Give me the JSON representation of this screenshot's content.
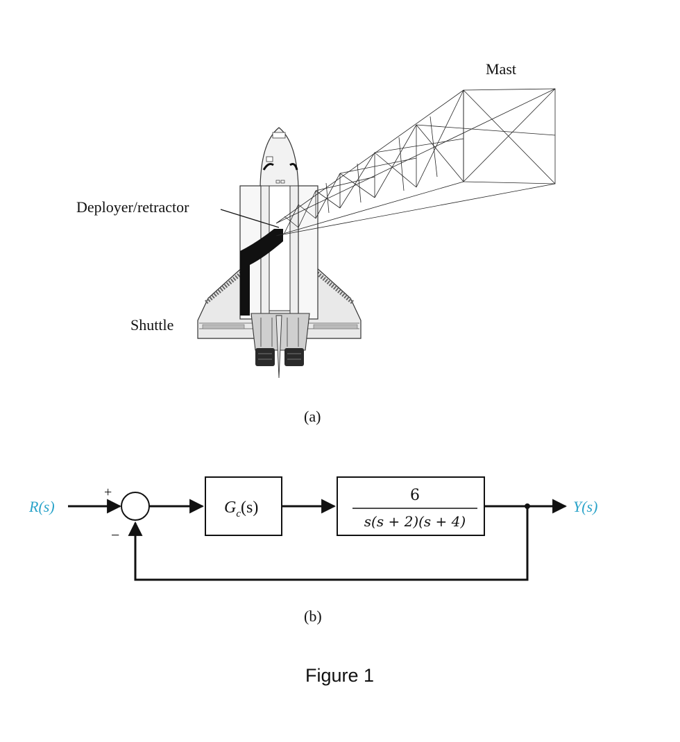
{
  "part_a": {
    "labels": {
      "mast": "Mast",
      "deployer": "Deployer/retractor",
      "shuttle": "Shuttle"
    },
    "caption": "(a)"
  },
  "part_b": {
    "input_signal": "R(s)",
    "output_signal": "Y(s)",
    "sum_plus": "+",
    "sum_minus": "−",
    "controller_block": {
      "name": "G",
      "subscript": "c",
      "arg": "(s)"
    },
    "plant_block": {
      "numerator": "6",
      "denominator": "s(s + 2)(s + 4)"
    },
    "caption": "(b)"
  },
  "figure_caption": "Figure 1"
}
